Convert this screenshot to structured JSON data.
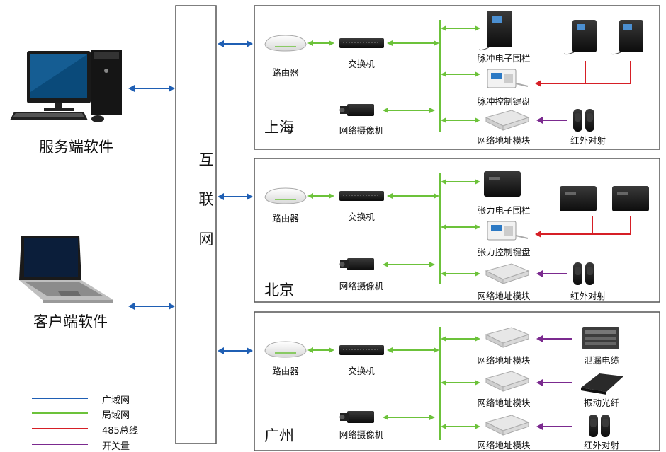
{
  "left": {
    "server_label": "服务端软件",
    "client_label": "客户端软件"
  },
  "internet": {
    "chars": [
      "互",
      "联",
      "网"
    ]
  },
  "sites": [
    {
      "city": "上海",
      "router": "路由器",
      "switch": "交换机",
      "camera": "网络摄像机",
      "fence": "脉冲电子围栏",
      "keypad": "脉冲控制键盘",
      "module": "网络地址模块",
      "sensor": "红外对射"
    },
    {
      "city": "北京",
      "router": "路由器",
      "switch": "交换机",
      "camera": "网络摄像机",
      "fence": "张力电子围栏",
      "keypad": "张力控制键盘",
      "module": "网络地址模块",
      "sensor": "红外对射"
    },
    {
      "city": "广州",
      "router": "路由器",
      "switch": "交换机",
      "camera": "网络摄像机",
      "modules": [
        "网络地址模块",
        "网络地址模块",
        "网络地址模块"
      ],
      "sensors": [
        "泄漏电缆",
        "振动光纤",
        "红外对射"
      ]
    }
  ],
  "legend": [
    {
      "label": "广域网",
      "color": "#1f5fb4"
    },
    {
      "label": "局域网",
      "color": "#6cc23a"
    },
    {
      "label": "485总线",
      "color": "#d61f26"
    },
    {
      "label": "开关量",
      "color": "#7b2a8f"
    }
  ],
  "colors": {
    "wan": "#1f5fb4",
    "lan": "#6cc23a",
    "rs485": "#d61f26",
    "switch_io": "#7b2a8f"
  }
}
